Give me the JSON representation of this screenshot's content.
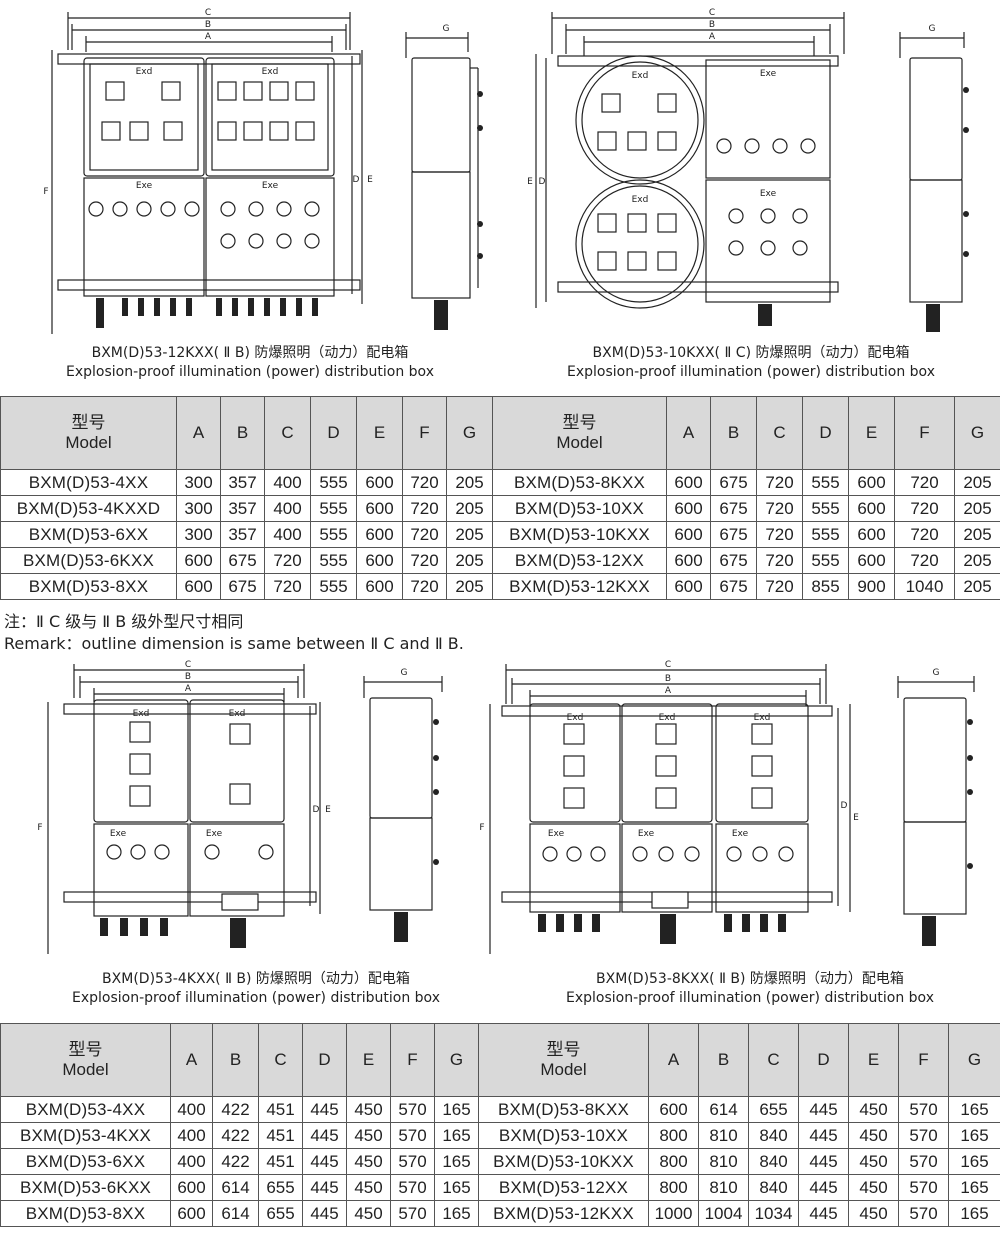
{
  "captions": [
    {
      "cn": "BXM(D)53-12KXX( Ⅱ B) 防爆照明（动力）配电箱",
      "en": "Explosion-proof illumination (power) distribution box"
    },
    {
      "cn": "BXM(D)53-10KXX( Ⅱ C) 防爆照明（动力）配电箱",
      "en": "Explosion-proof illumination (power) distribution box"
    },
    {
      "cn": "BXM(D)53-4KXX( Ⅱ B) 防爆照明（动力）配电箱",
      "en": "Explosion-proof illumination (power) distribution box"
    },
    {
      "cn": "BXM(D)53-8KXX( Ⅱ B) 防爆照明（动力）配电箱",
      "en": "Explosion-proof illumination (power) distribution box"
    }
  ],
  "drawing_labels": {
    "a": "A",
    "b": "B",
    "c": "C",
    "d": "D",
    "e": "E",
    "f": "F",
    "g": "G",
    "exd": "Exd",
    "exe": "Exe"
  },
  "table_headers": {
    "model_cn": "型号",
    "model_en": "Model",
    "cols": [
      "A",
      "B",
      "C",
      "D",
      "E",
      "F",
      "G"
    ]
  },
  "table1": {
    "left": [
      [
        "BXM(D)53-4XX",
        "300",
        "357",
        "400",
        "555",
        "600",
        "720",
        "205"
      ],
      [
        "BXM(D)53-4KXXD",
        "300",
        "357",
        "400",
        "555",
        "600",
        "720",
        "205"
      ],
      [
        "BXM(D)53-6XX",
        "300",
        "357",
        "400",
        "555",
        "600",
        "720",
        "205"
      ],
      [
        "BXM(D)53-6KXX",
        "600",
        "675",
        "720",
        "555",
        "600",
        "720",
        "205"
      ],
      [
        "BXM(D)53-8XX",
        "600",
        "675",
        "720",
        "555",
        "600",
        "720",
        "205"
      ]
    ],
    "right": [
      [
        "BXM(D)53-8KXX",
        "600",
        "675",
        "720",
        "555",
        "600",
        "720",
        "205"
      ],
      [
        "BXM(D)53-10XX",
        "600",
        "675",
        "720",
        "555",
        "600",
        "720",
        "205"
      ],
      [
        "BXM(D)53-10KXX",
        "600",
        "675",
        "720",
        "555",
        "600",
        "720",
        "205"
      ],
      [
        "BXM(D)53-12XX",
        "600",
        "675",
        "720",
        "555",
        "600",
        "720",
        "205"
      ],
      [
        "BXM(D)53-12KXX",
        "600",
        "675",
        "720",
        "855",
        "900",
        "1040",
        "205"
      ]
    ]
  },
  "remark": {
    "cn": "注：Ⅱ C 级与 Ⅱ B 级外型尺寸相同",
    "en": "Remark：outline dimension is same between Ⅱ C and Ⅱ B."
  },
  "table2": {
    "left": [
      [
        "BXM(D)53-4XX",
        "400",
        "422",
        "451",
        "445",
        "450",
        "570",
        "165"
      ],
      [
        "BXM(D)53-4KXX",
        "400",
        "422",
        "451",
        "445",
        "450",
        "570",
        "165"
      ],
      [
        "BXM(D)53-6XX",
        "400",
        "422",
        "451",
        "445",
        "450",
        "570",
        "165"
      ],
      [
        "BXM(D)53-6KXX",
        "600",
        "614",
        "655",
        "445",
        "450",
        "570",
        "165"
      ],
      [
        "BXM(D)53-8XX",
        "600",
        "614",
        "655",
        "445",
        "450",
        "570",
        "165"
      ]
    ],
    "right": [
      [
        "BXM(D)53-8KXX",
        "600",
        "614",
        "655",
        "445",
        "450",
        "570",
        "165"
      ],
      [
        "BXM(D)53-10XX",
        "800",
        "810",
        "840",
        "445",
        "450",
        "570",
        "165"
      ],
      [
        "BXM(D)53-10KXX",
        "800",
        "810",
        "840",
        "445",
        "450",
        "570",
        "165"
      ],
      [
        "BXM(D)53-12XX",
        "800",
        "810",
        "840",
        "445",
        "450",
        "570",
        "165"
      ],
      [
        "BXM(D)53-12KXX",
        "1000",
        "1004",
        "1034",
        "445",
        "450",
        "570",
        "165"
      ]
    ]
  }
}
